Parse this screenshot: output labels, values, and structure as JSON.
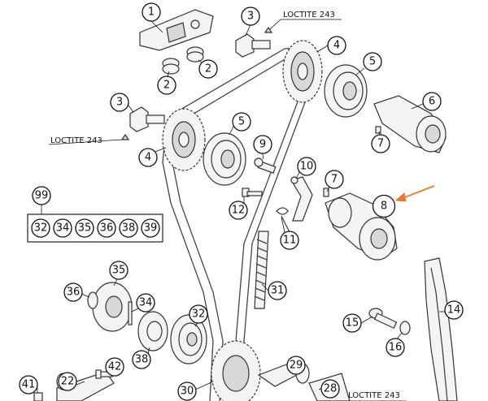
{
  "loctite": [
    "LOCTITE 243",
    "LOCTITE 243",
    "LOCTITE 243"
  ],
  "callouts": [
    {
      "id": "1",
      "label": "1"
    },
    {
      "id": "2a",
      "label": "2"
    },
    {
      "id": "2b",
      "label": "2"
    },
    {
      "id": "3a",
      "label": "3"
    },
    {
      "id": "3b",
      "label": "3"
    },
    {
      "id": "4a",
      "label": "4"
    },
    {
      "id": "4b",
      "label": "4"
    },
    {
      "id": "5a",
      "label": "5"
    },
    {
      "id": "5b",
      "label": "5"
    },
    {
      "id": "6",
      "label": "6"
    },
    {
      "id": "7a",
      "label": "7"
    },
    {
      "id": "7b",
      "label": "7"
    },
    {
      "id": "8",
      "label": "8"
    },
    {
      "id": "9",
      "label": "9"
    },
    {
      "id": "10",
      "label": "10"
    },
    {
      "id": "11",
      "label": "11"
    },
    {
      "id": "12",
      "label": "12"
    },
    {
      "id": "14",
      "label": "14"
    },
    {
      "id": "15",
      "label": "15"
    },
    {
      "id": "16",
      "label": "16"
    },
    {
      "id": "22",
      "label": "22"
    },
    {
      "id": "28",
      "label": "28"
    },
    {
      "id": "29",
      "label": "29"
    },
    {
      "id": "30",
      "label": "30"
    },
    {
      "id": "31",
      "label": "31"
    },
    {
      "id": "32",
      "label": "32"
    },
    {
      "id": "34",
      "label": "34"
    },
    {
      "id": "35",
      "label": "35"
    },
    {
      "id": "36",
      "label": "36"
    },
    {
      "id": "38",
      "label": "38"
    },
    {
      "id": "41",
      "label": "41"
    },
    {
      "id": "42",
      "label": "42"
    },
    {
      "id": "99",
      "label": "99"
    }
  ],
  "kit": {
    "items": [
      "32",
      "34",
      "35",
      "36",
      "38",
      "39"
    ]
  },
  "highlight": {
    "target": "8",
    "color": "#e8792d"
  }
}
